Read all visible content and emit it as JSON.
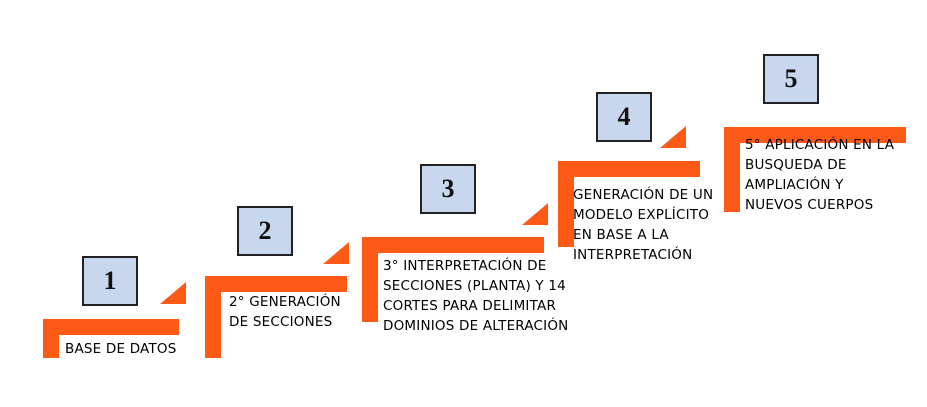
{
  "accent_color": "#fe5a17",
  "box_color": "#c8d7ee",
  "steps": [
    {
      "number": "1",
      "lines": [
        "BASE DE DATOS"
      ]
    },
    {
      "number": "2",
      "lines": [
        "2° GENERACIÓN",
        "DE SECCIONES"
      ]
    },
    {
      "number": "3",
      "lines": [
        "3° INTERPRETACIÓN DE",
        "SECCIONES (PLANTA) Y 14",
        "CORTES PARA DELIMITAR",
        "DOMINIOS DE ALTERACIÓN"
      ]
    },
    {
      "number": "4",
      "lines": [
        "GENERACIÓN DE UN",
        "MODELO EXPLÍCITO",
        "EN BASE A LA",
        "INTERPRETACIÓN"
      ]
    },
    {
      "number": "5",
      "lines": [
        "5° APLICACIÓN EN LA",
        "BUSQUEDA DE",
        "AMPLIACIÓN Y",
        "NUEVOS CUERPOS"
      ]
    }
  ]
}
